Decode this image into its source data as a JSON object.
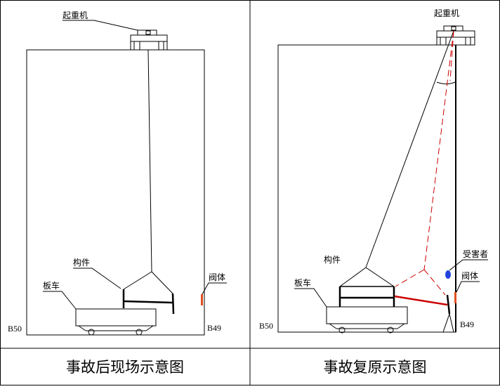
{
  "captions": {
    "left": "事故后现场示意图",
    "right": "事故复原示意图"
  },
  "labels": {
    "crane": "起重机",
    "component": "构件",
    "flatcar": "板车",
    "valve": "阀体",
    "victim": "受害者",
    "b50": "B50",
    "b49": "B49"
  },
  "colors": {
    "line": "#000000",
    "dashed": "#cc0000",
    "valve": "#e05020",
    "victim": "#2244dd"
  }
}
